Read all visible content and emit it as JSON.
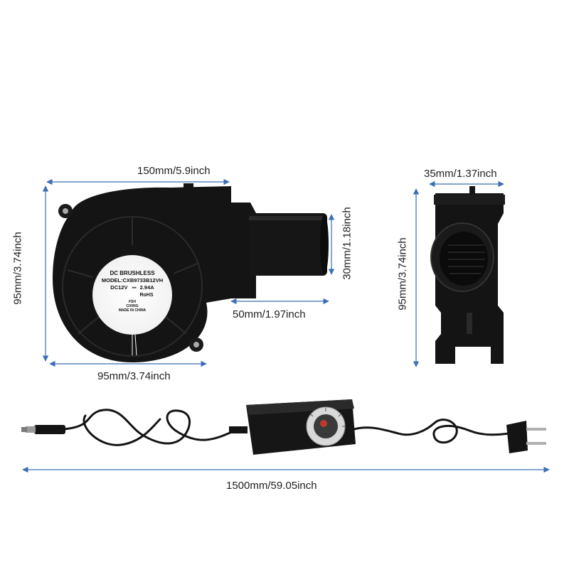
{
  "dimensions": {
    "blower_width": "150mm/5.9inch",
    "blower_height": "95mm/3.74inch",
    "blower_body_width": "95mm/3.74inch",
    "outlet_diameter": "30mm/1.18inch",
    "outlet_length": "50mm/1.97inch",
    "side_depth": "35mm/1.37inch",
    "side_height": "95mm/3.74inch",
    "cable_length": "1500mm/59.05inch"
  },
  "fan_label": {
    "line1": "DC BRUSHLESS",
    "line2": "MODEL:CXB9733B12VH",
    "line3": "DC12V",
    "line3b": "2.94A",
    "line4": "RoHS",
    "line5": "FSH",
    "line6": "CIXING",
    "line7": "MADE IN CHINA"
  },
  "colors": {
    "product": "#141414",
    "arrow": "#3a6fb5",
    "text": "#222222"
  }
}
